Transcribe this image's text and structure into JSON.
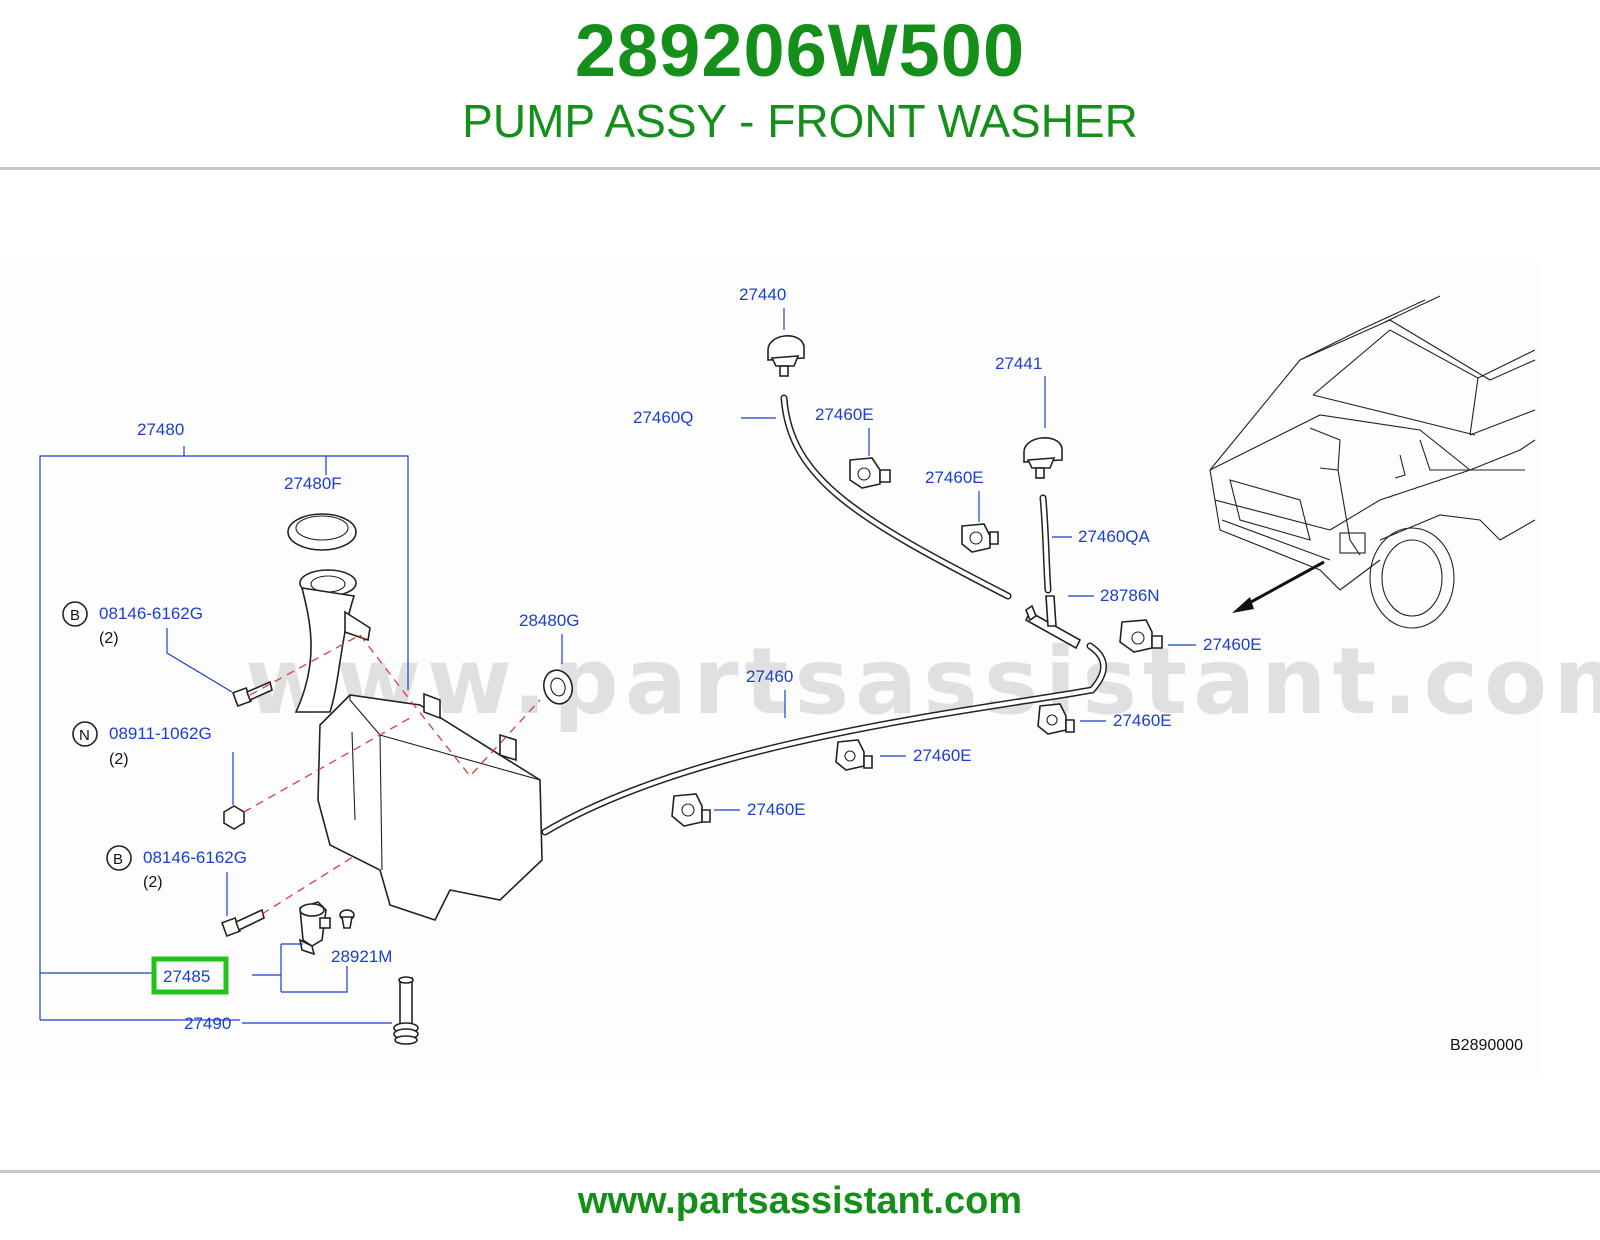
{
  "header": {
    "part_number": "289206W500",
    "part_title": "PUMP ASSY - FRONT WASHER"
  },
  "diagram": {
    "watermark": "www.partsassistant.com",
    "reference_code": "B2890000",
    "callouts": {
      "c27440": "27440",
      "c27441": "27441",
      "c27460q": "27460Q",
      "c27460e_1": "27460E",
      "c27460e_2": "27460E",
      "c27460qa": "27460QA",
      "c28786n": "28786N",
      "c27460e_3": "27460E",
      "c27480": "27480",
      "c27480f": "27480F",
      "c28480g": "28480G",
      "c27460": "27460",
      "c27460e_4": "27460E",
      "c27460e_5": "27460E",
      "c27460e_6": "27460E",
      "bolt_top": "08146-6162G",
      "bolt_top_qty": "(2)",
      "bolt_top_badge": "B",
      "nut": "08911-1062G",
      "nut_qty": "(2)",
      "nut_badge": "N",
      "bolt_bottom": "08146-6162G",
      "bolt_bottom_qty": "(2)",
      "bolt_bottom_badge": "B",
      "c28921m": "28921M",
      "c27485": "27485",
      "c27490": "27490"
    },
    "highlight_color": "#21c21b",
    "callout_color": "#1a3fd0"
  },
  "footer": {
    "url": "www.partsassistant.com"
  }
}
